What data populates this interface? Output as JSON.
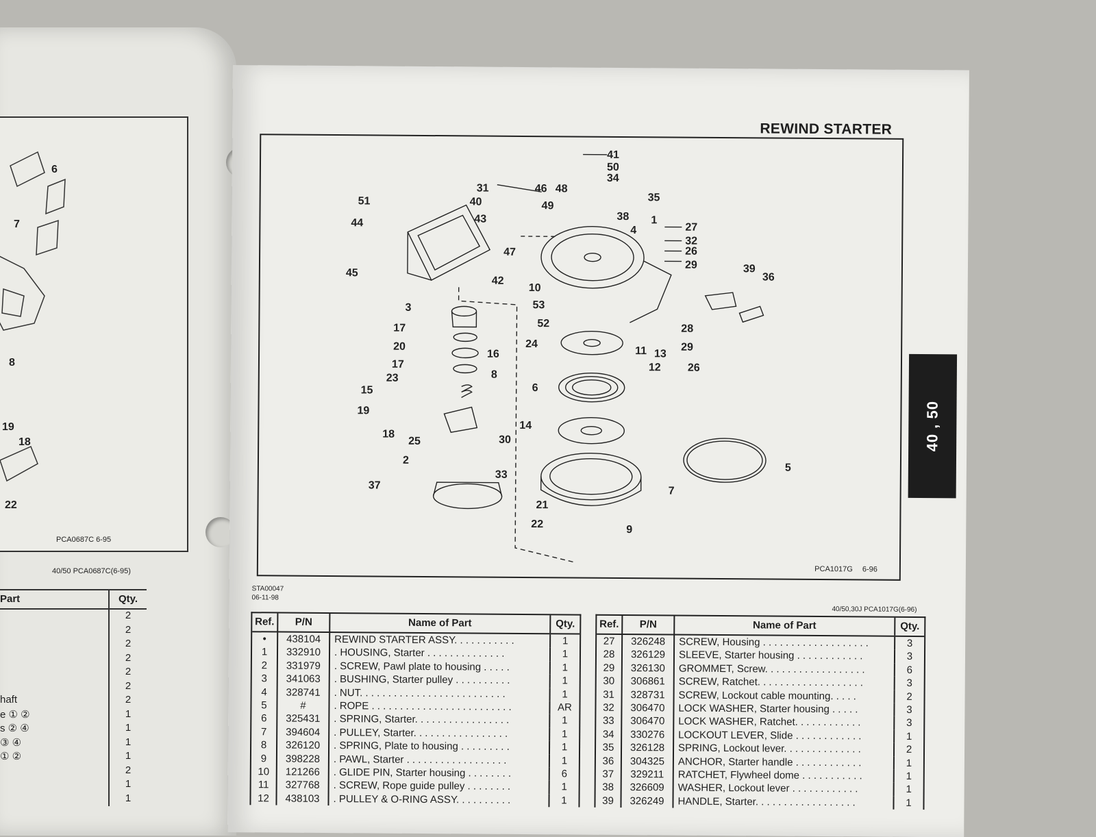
{
  "left_page": {
    "figure_code": "PCA0687C  6-95",
    "figure_note": "40/50 PCA0687C(6-95)",
    "callouts": [
      "6",
      "7",
      "8",
      "19",
      "18",
      "22"
    ],
    "table": {
      "header_part": "Part",
      "header_qty": "Qty.",
      "rows": [
        {
          "part": "",
          "qty": "2"
        },
        {
          "part": "",
          "qty": "2"
        },
        {
          "part": "",
          "qty": "2"
        },
        {
          "part": "",
          "qty": "2"
        },
        {
          "part": "",
          "qty": "2"
        },
        {
          "part": "",
          "qty": "2"
        },
        {
          "part": "haft",
          "qty": "2"
        },
        {
          "part": "e ① ②",
          "qty": "1"
        },
        {
          "part": "s ② ④",
          "qty": "1"
        },
        {
          "part": "③ ④",
          "qty": "1"
        },
        {
          "part": "① ②",
          "qty": "1"
        },
        {
          "part": "",
          "qty": "2"
        },
        {
          "part": "",
          "qty": "1"
        },
        {
          "part": "",
          "qty": "1"
        }
      ]
    }
  },
  "right_page": {
    "section_title": "REWIND STARTER",
    "side_tab": "40 , 50",
    "figure_code": "PCA1017G",
    "figure_date": "6-96",
    "doc_code_line1": "STA00047",
    "doc_code_line2": "06-11-98",
    "reference_note": "40/50,30J PCA1017G(6-96)",
    "callouts": [
      "41",
      "50",
      "34",
      "35",
      "31",
      "46",
      "48",
      "40",
      "49",
      "51",
      "38",
      "44",
      "43",
      "4",
      "1",
      "27",
      "32",
      "26",
      "29",
      "47",
      "39",
      "36",
      "45",
      "42",
      "10",
      "53",
      "28",
      "52",
      "3",
      "17",
      "20",
      "24",
      "11",
      "13",
      "29",
      "26",
      "16",
      "12",
      "17",
      "8",
      "23",
      "6",
      "15",
      "19",
      "14",
      "5",
      "18",
      "25",
      "30",
      "2",
      "33",
      "37",
      "7",
      "21",
      "22",
      "9"
    ],
    "table_headers": {
      "ref": "Ref.",
      "pn": "P/N",
      "name": "Name of Part",
      "qty": "Qty."
    },
    "table_left": [
      {
        "ref": "•",
        "pn": "438104",
        "name": "REWIND STARTER ASSY. . . . . . . . . . .",
        "qty": "1"
      },
      {
        "ref": "1",
        "pn": "332910",
        "name": ". HOUSING, Starter . . . . . . . . . . . . . .",
        "qty": "1"
      },
      {
        "ref": "2",
        "pn": "331979",
        "name": ". SCREW, Pawl plate to housing . . . . .",
        "qty": "1"
      },
      {
        "ref": "3",
        "pn": "341063",
        "name": ". BUSHING, Starter pulley . . . . . . . . . .",
        "qty": "1"
      },
      {
        "ref": "4",
        "pn": "328741",
        "name": ". NUT. . . . . . . . . . . . . . . . . . . . . . . . . .",
        "qty": "1"
      },
      {
        "ref": "5",
        "pn": "#",
        "name": ". ROPE . . . . . . . . . . . . . . . . . . . . . . . . .",
        "qty": "AR"
      },
      {
        "ref": "6",
        "pn": "325431",
        "name": ". SPRING, Starter. . . . . . . . . . . . . . . . .",
        "qty": "1"
      },
      {
        "ref": "7",
        "pn": "394604",
        "name": ". PULLEY, Starter. . . . . . . . . . . . . . . . .",
        "qty": "1"
      },
      {
        "ref": "8",
        "pn": "326120",
        "name": ". SPRING, Plate to housing . . . . . . . . .",
        "qty": "1"
      },
      {
        "ref": "9",
        "pn": "398228",
        "name": ". PAWL, Starter . . . . . . . . . . . . . . . . . .",
        "qty": "1"
      },
      {
        "ref": "10",
        "pn": "121266",
        "name": ". GLIDE PIN, Starter housing . . . . . . . .",
        "qty": "6"
      },
      {
        "ref": "11",
        "pn": "327768",
        "name": ". SCREW, Rope guide pulley . . . . . . . .",
        "qty": "1"
      },
      {
        "ref": "12",
        "pn": "438103",
        "name": ". PULLEY & O-RING ASSY. . . . . . . . . .",
        "qty": "1"
      }
    ],
    "table_right": [
      {
        "ref": "27",
        "pn": "326248",
        "name": "SCREW, Housing . . . . . . . . . . . . . . . . . . .",
        "qty": "3"
      },
      {
        "ref": "28",
        "pn": "326129",
        "name": "SLEEVE, Starter housing . . . . . . . . . . . .",
        "qty": "3"
      },
      {
        "ref": "29",
        "pn": "326130",
        "name": "GROMMET, Screw. . . . . . . . . . . . . . . . . .",
        "qty": "6"
      },
      {
        "ref": "30",
        "pn": "306861",
        "name": "SCREW, Ratchet. . . . . . . . . . . . . . . . . . .",
        "qty": "3"
      },
      {
        "ref": "31",
        "pn": "328731",
        "name": "SCREW, Lockout cable mounting. . . . .",
        "qty": "2"
      },
      {
        "ref": "32",
        "pn": "306470",
        "name": "LOCK WASHER, Starter housing . . . . .",
        "qty": "3"
      },
      {
        "ref": "33",
        "pn": "306470",
        "name": "LOCK WASHER, Ratchet. . . . . . . . . . . .",
        "qty": "3"
      },
      {
        "ref": "34",
        "pn": "330276",
        "name": "LOCKOUT LEVER, Slide . . . . . . . . . . . .",
        "qty": "1"
      },
      {
        "ref": "35",
        "pn": "326128",
        "name": "SPRING, Lockout lever. . . . . . . . . . . . . .",
        "qty": "2"
      },
      {
        "ref": "36",
        "pn": "304325",
        "name": "ANCHOR, Starter handle . . . . . . . . . . . .",
        "qty": "1"
      },
      {
        "ref": "37",
        "pn": "329211",
        "name": "RATCHET, Flywheel dome . . . . . . . . . . .",
        "qty": "1"
      },
      {
        "ref": "38",
        "pn": "326609",
        "name": "WASHER, Lockout lever . . . . . . . . . . . .",
        "qty": "1"
      },
      {
        "ref": "39",
        "pn": "326249",
        "name": "HANDLE, Starter. . . . . . . . . . . . . . . . . .",
        "qty": "1"
      }
    ]
  }
}
